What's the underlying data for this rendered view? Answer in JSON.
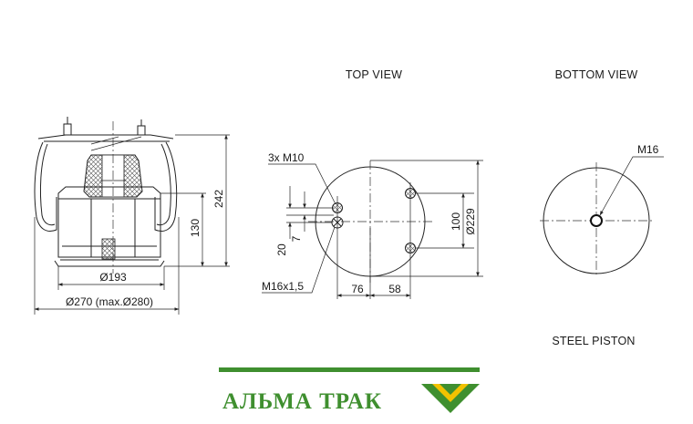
{
  "views": {
    "top_view": "TOP VIEW",
    "bottom_view": "BOTTOM VIEW",
    "steel_piston": "STEEL PISTON"
  },
  "side_dims": {
    "height_total": "242",
    "height_piston": "130",
    "dia_piston": "Ø193",
    "dia_bellow": "Ø270 (max.Ø280)"
  },
  "top_dims": {
    "studs": "3x M10",
    "air_fitting": "M16x1,5",
    "offset_20": "20",
    "offset_7": "7",
    "offset_76": "76",
    "offset_58": "58",
    "spacing_100": "100",
    "dia_plate": "Ø229"
  },
  "bottom_dims": {
    "thread": "M16"
  },
  "brand": {
    "name": "АЛЬМА ТРАК",
    "color": "#3f8f2f",
    "accent": "#f2c200"
  }
}
